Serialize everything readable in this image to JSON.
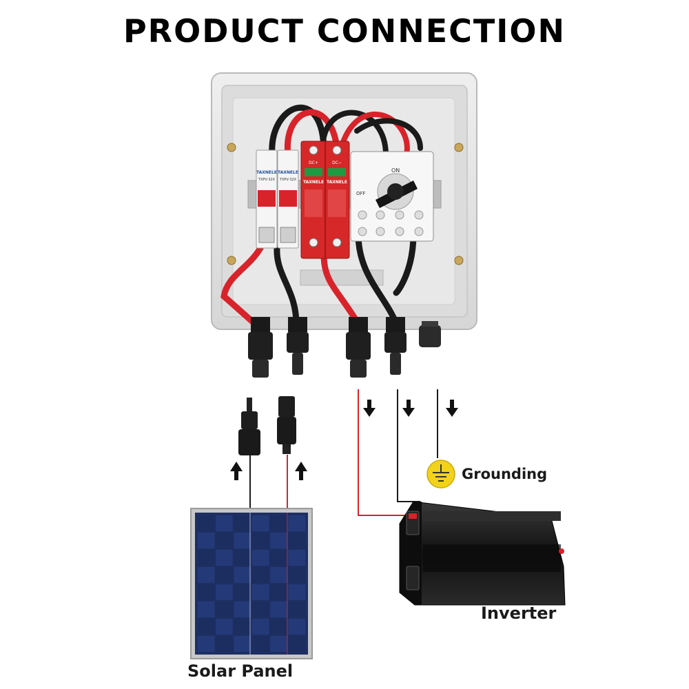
{
  "title": "PRODUCT  CONNECTION",
  "labels": {
    "grounding": "Grounding",
    "inverter": "Inverter",
    "solar_panel": "Solar Panel"
  },
  "device_text": {
    "fuse_brand": "TAXNELE",
    "fuse_model": "TXPV-32X",
    "spd_brand": "TAXNELE",
    "spd_plus": "DC+",
    "spd_minus": "DC−",
    "switch_on": "ON",
    "switch_off": "OFF"
  },
  "colors": {
    "wire_red": "#d8232a",
    "wire_black": "#1a1a1a",
    "spd_red": "#d62828",
    "enclosure": "#e4e4e4",
    "ground_symbol": "#f2d21b",
    "solar_cell": "#1e2f63",
    "inverter_body": "#1b1b1b"
  },
  "icons": {
    "arrow_down": "arrow-down-icon",
    "arrow_up": "arrow-up-icon",
    "ground": "ground-icon"
  }
}
